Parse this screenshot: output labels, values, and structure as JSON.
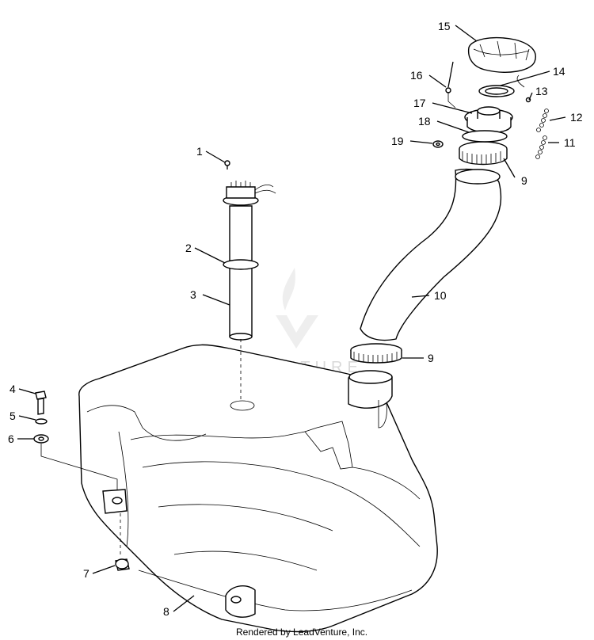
{
  "callouts": {
    "p1": "1",
    "p2": "2",
    "p3": "3",
    "p4": "4",
    "p5": "5",
    "p6": "6",
    "p7": "7",
    "p8": "8",
    "p9a": "9",
    "p9b": "9",
    "p10": "10",
    "p11": "11",
    "p12": "12",
    "p13": "13",
    "p14": "14",
    "p15": "15",
    "p16": "16",
    "p17": "17",
    "p18": "18",
    "p19": "19"
  },
  "watermark": {
    "text": "LEADVENTURE"
  },
  "footer": {
    "rendered_by": "Rendered by LeadVenture, Inc."
  }
}
